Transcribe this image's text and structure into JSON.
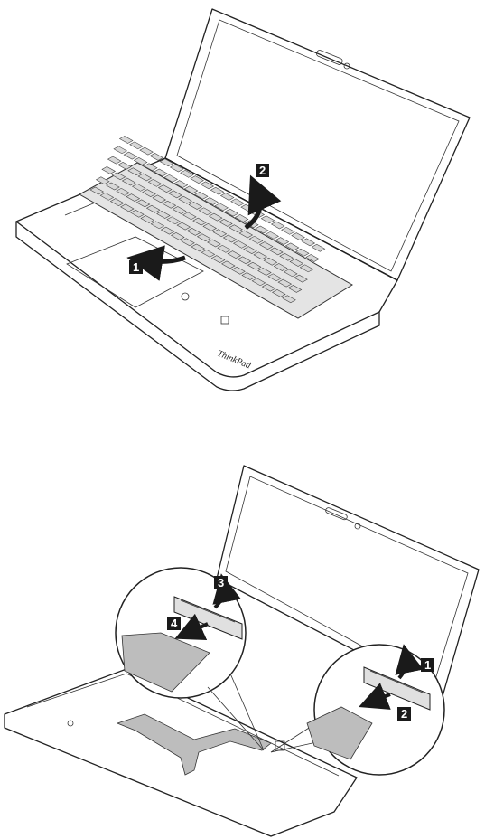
{
  "step1": {
    "callouts": [
      "1",
      "2"
    ],
    "brand": "ThinkPad"
  },
  "step2": {
    "callouts": [
      "1",
      "2",
      "3",
      "4"
    ]
  },
  "colors": {
    "keyboard": "#d8d8d8",
    "cable": "#bdbdbd",
    "arrow": "#1a1a1a",
    "callout_bg": "#1a1a1a"
  }
}
